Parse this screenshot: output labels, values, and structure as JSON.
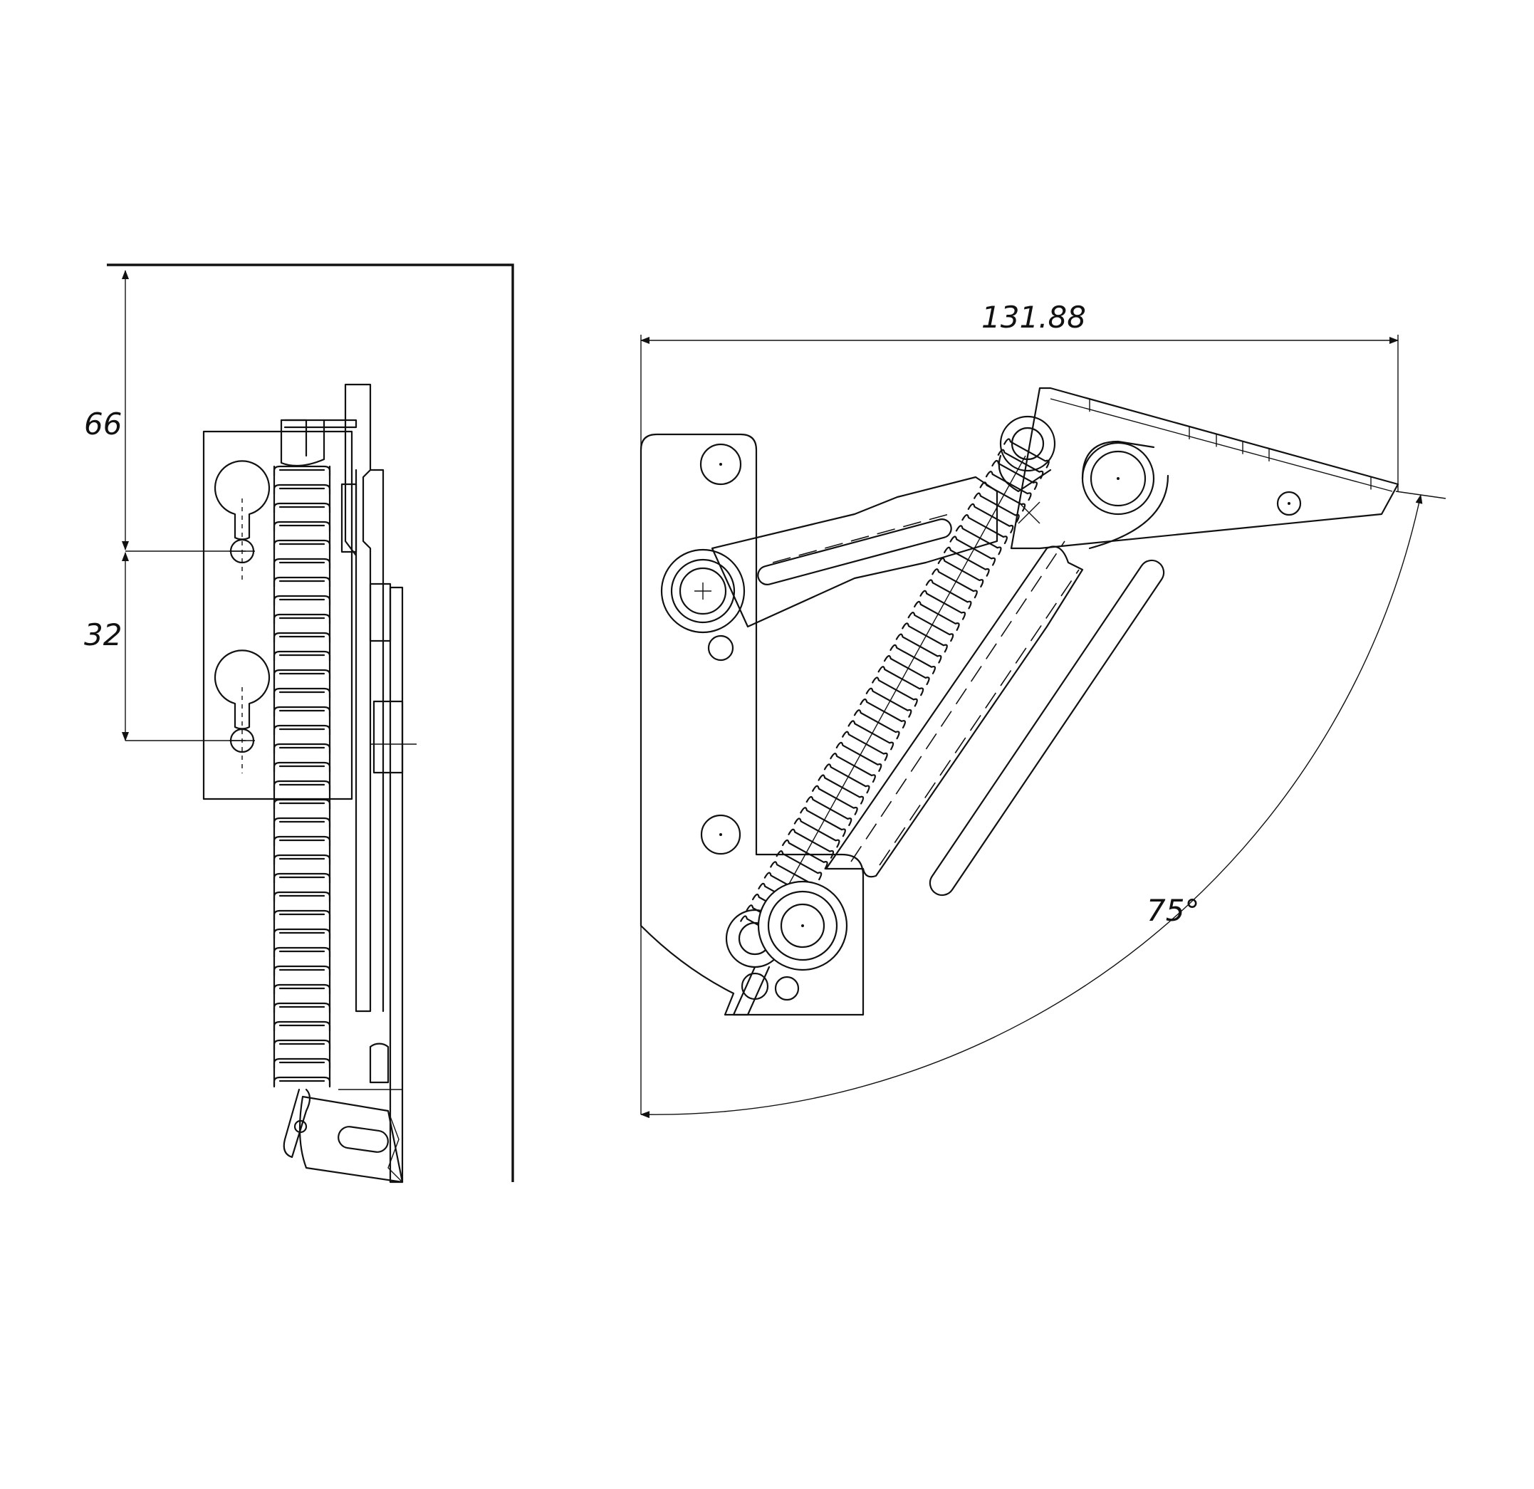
{
  "dimensions": {
    "top_offset": "66",
    "hole_spacing": "32",
    "overall_width": "131.88",
    "opening_angle": "75°"
  },
  "colors": {
    "line": "#111111",
    "background": "#ffffff"
  }
}
